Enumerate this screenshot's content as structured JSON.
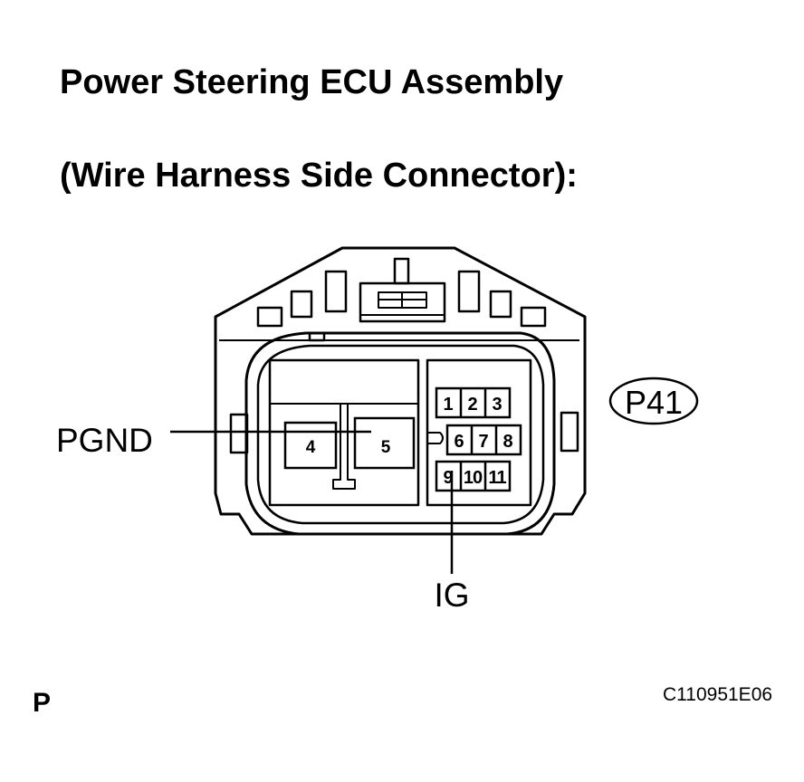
{
  "title_line1": "Power Steering ECU Assembly",
  "title_line2": "(Wire Harness Side Connector):",
  "connector_code": "P41",
  "pin_labels": {
    "pgnd": "PGND",
    "ig": "IG"
  },
  "pins": [
    "1",
    "2",
    "3",
    "4",
    "5",
    "6",
    "7",
    "8",
    "9",
    "10",
    "11"
  ],
  "page_letter": "P",
  "figure_code": "C110951E06"
}
